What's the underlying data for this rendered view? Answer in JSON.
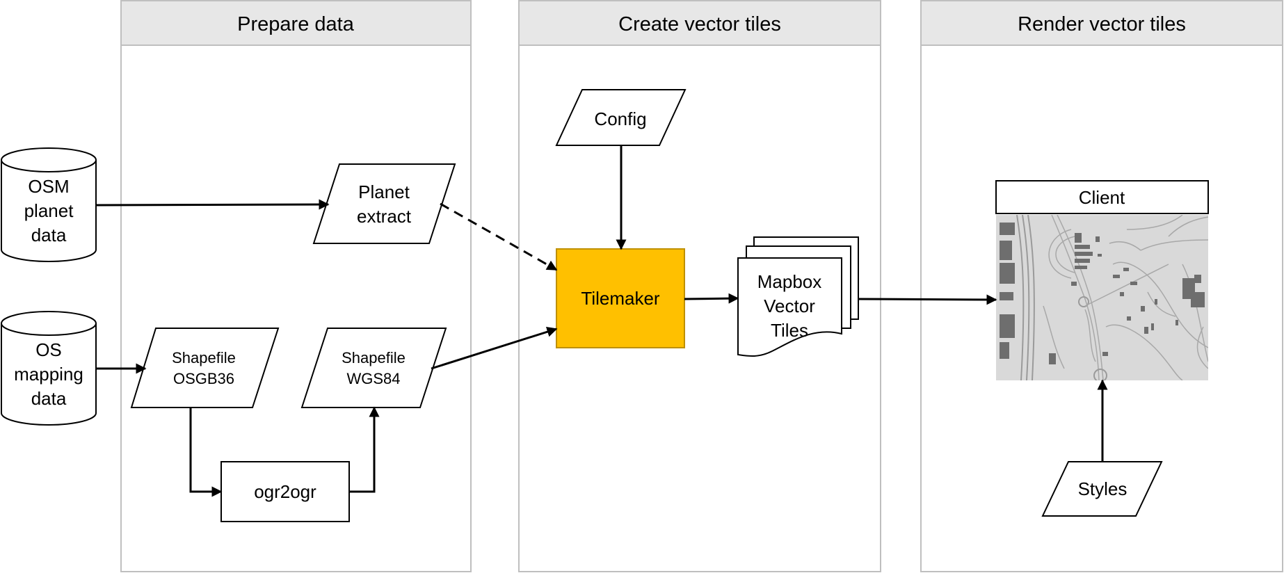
{
  "lanes": {
    "prepare": "Prepare data",
    "create": "Create vector tiles",
    "render": "Render vector tiles"
  },
  "nodes": {
    "osm": [
      "OSM",
      "planet",
      "data"
    ],
    "os": [
      "OS",
      "mapping",
      "data"
    ],
    "planet_extract": [
      "Planet",
      "extract"
    ],
    "shapefile_osgb": [
      "Shapefile",
      "OSGB36"
    ],
    "shapefile_wgs": [
      "Shapefile",
      "WGS84"
    ],
    "ogr2ogr": "ogr2ogr",
    "config": "Config",
    "tilemaker": "Tilemaker",
    "mapbox": [
      "Mapbox",
      "Vector",
      "Tiles"
    ],
    "client": "Client",
    "styles": "Styles"
  },
  "colors": {
    "tilemaker_fill": "#ffc000",
    "tilemaker_stroke": "#bf9000",
    "lane_header": "#e7e7e7",
    "map_background": "#d9d9d9"
  }
}
